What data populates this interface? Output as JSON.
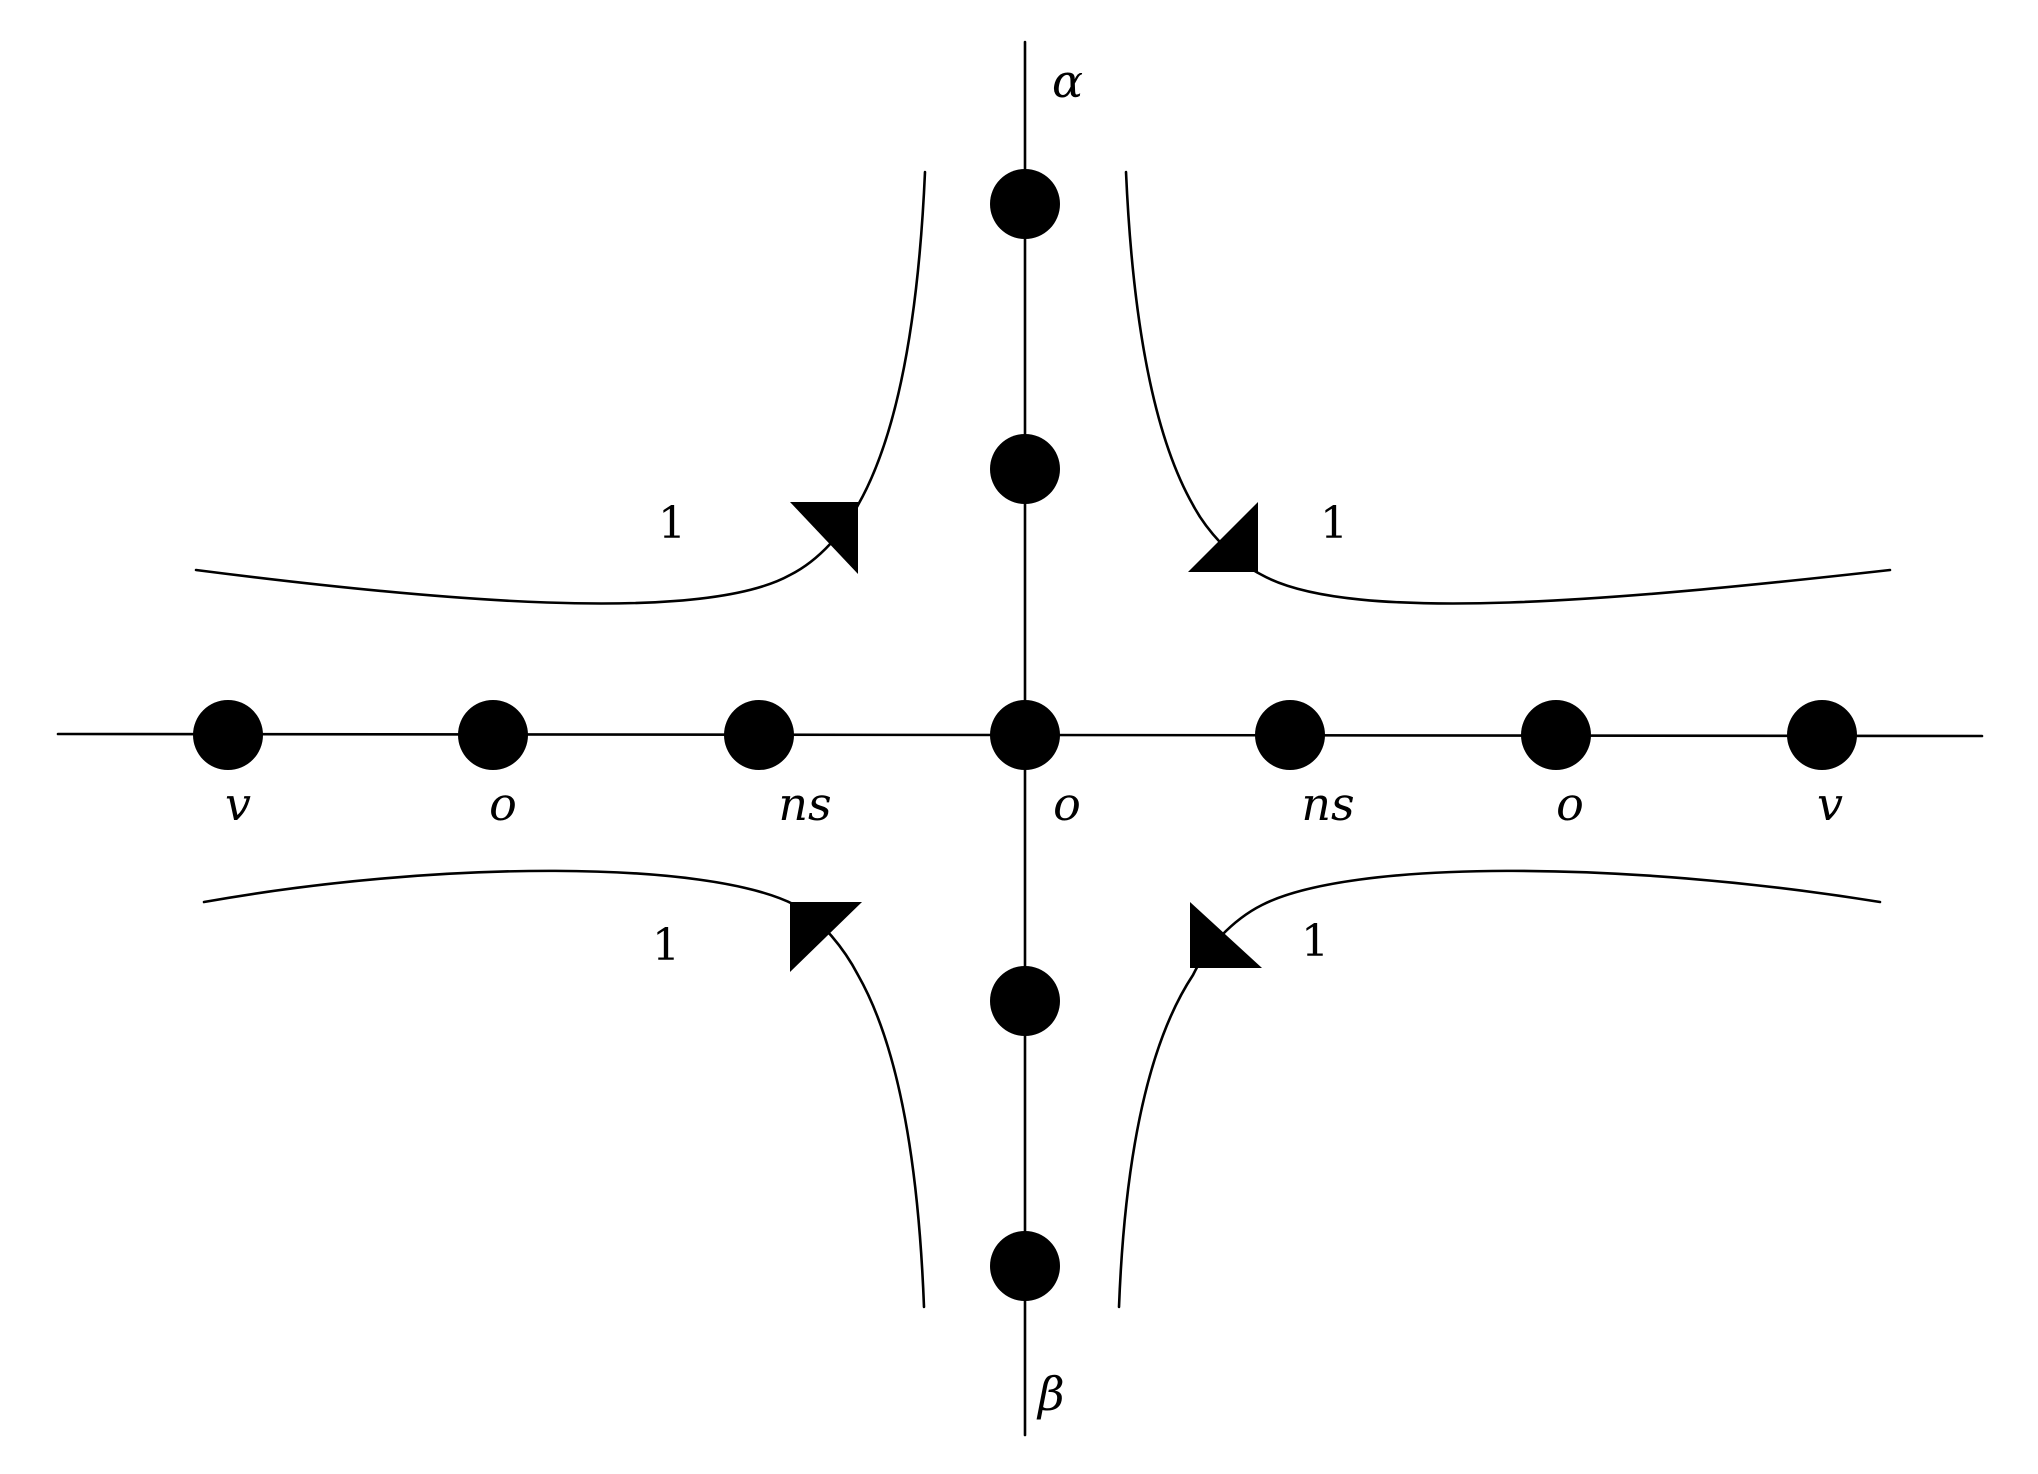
{
  "diagram": {
    "axis_labels": {
      "top": "α",
      "bottom": "β"
    },
    "horizontal_node_labels": [
      "v",
      "o",
      "ns",
      "o",
      "ns",
      "o",
      "v"
    ],
    "curve_labels": {
      "top_left": "1",
      "top_right": "1",
      "bottom_left": "1",
      "bottom_right": "1"
    },
    "colors": {
      "ink": "#000000",
      "background": "#ffffff"
    }
  }
}
